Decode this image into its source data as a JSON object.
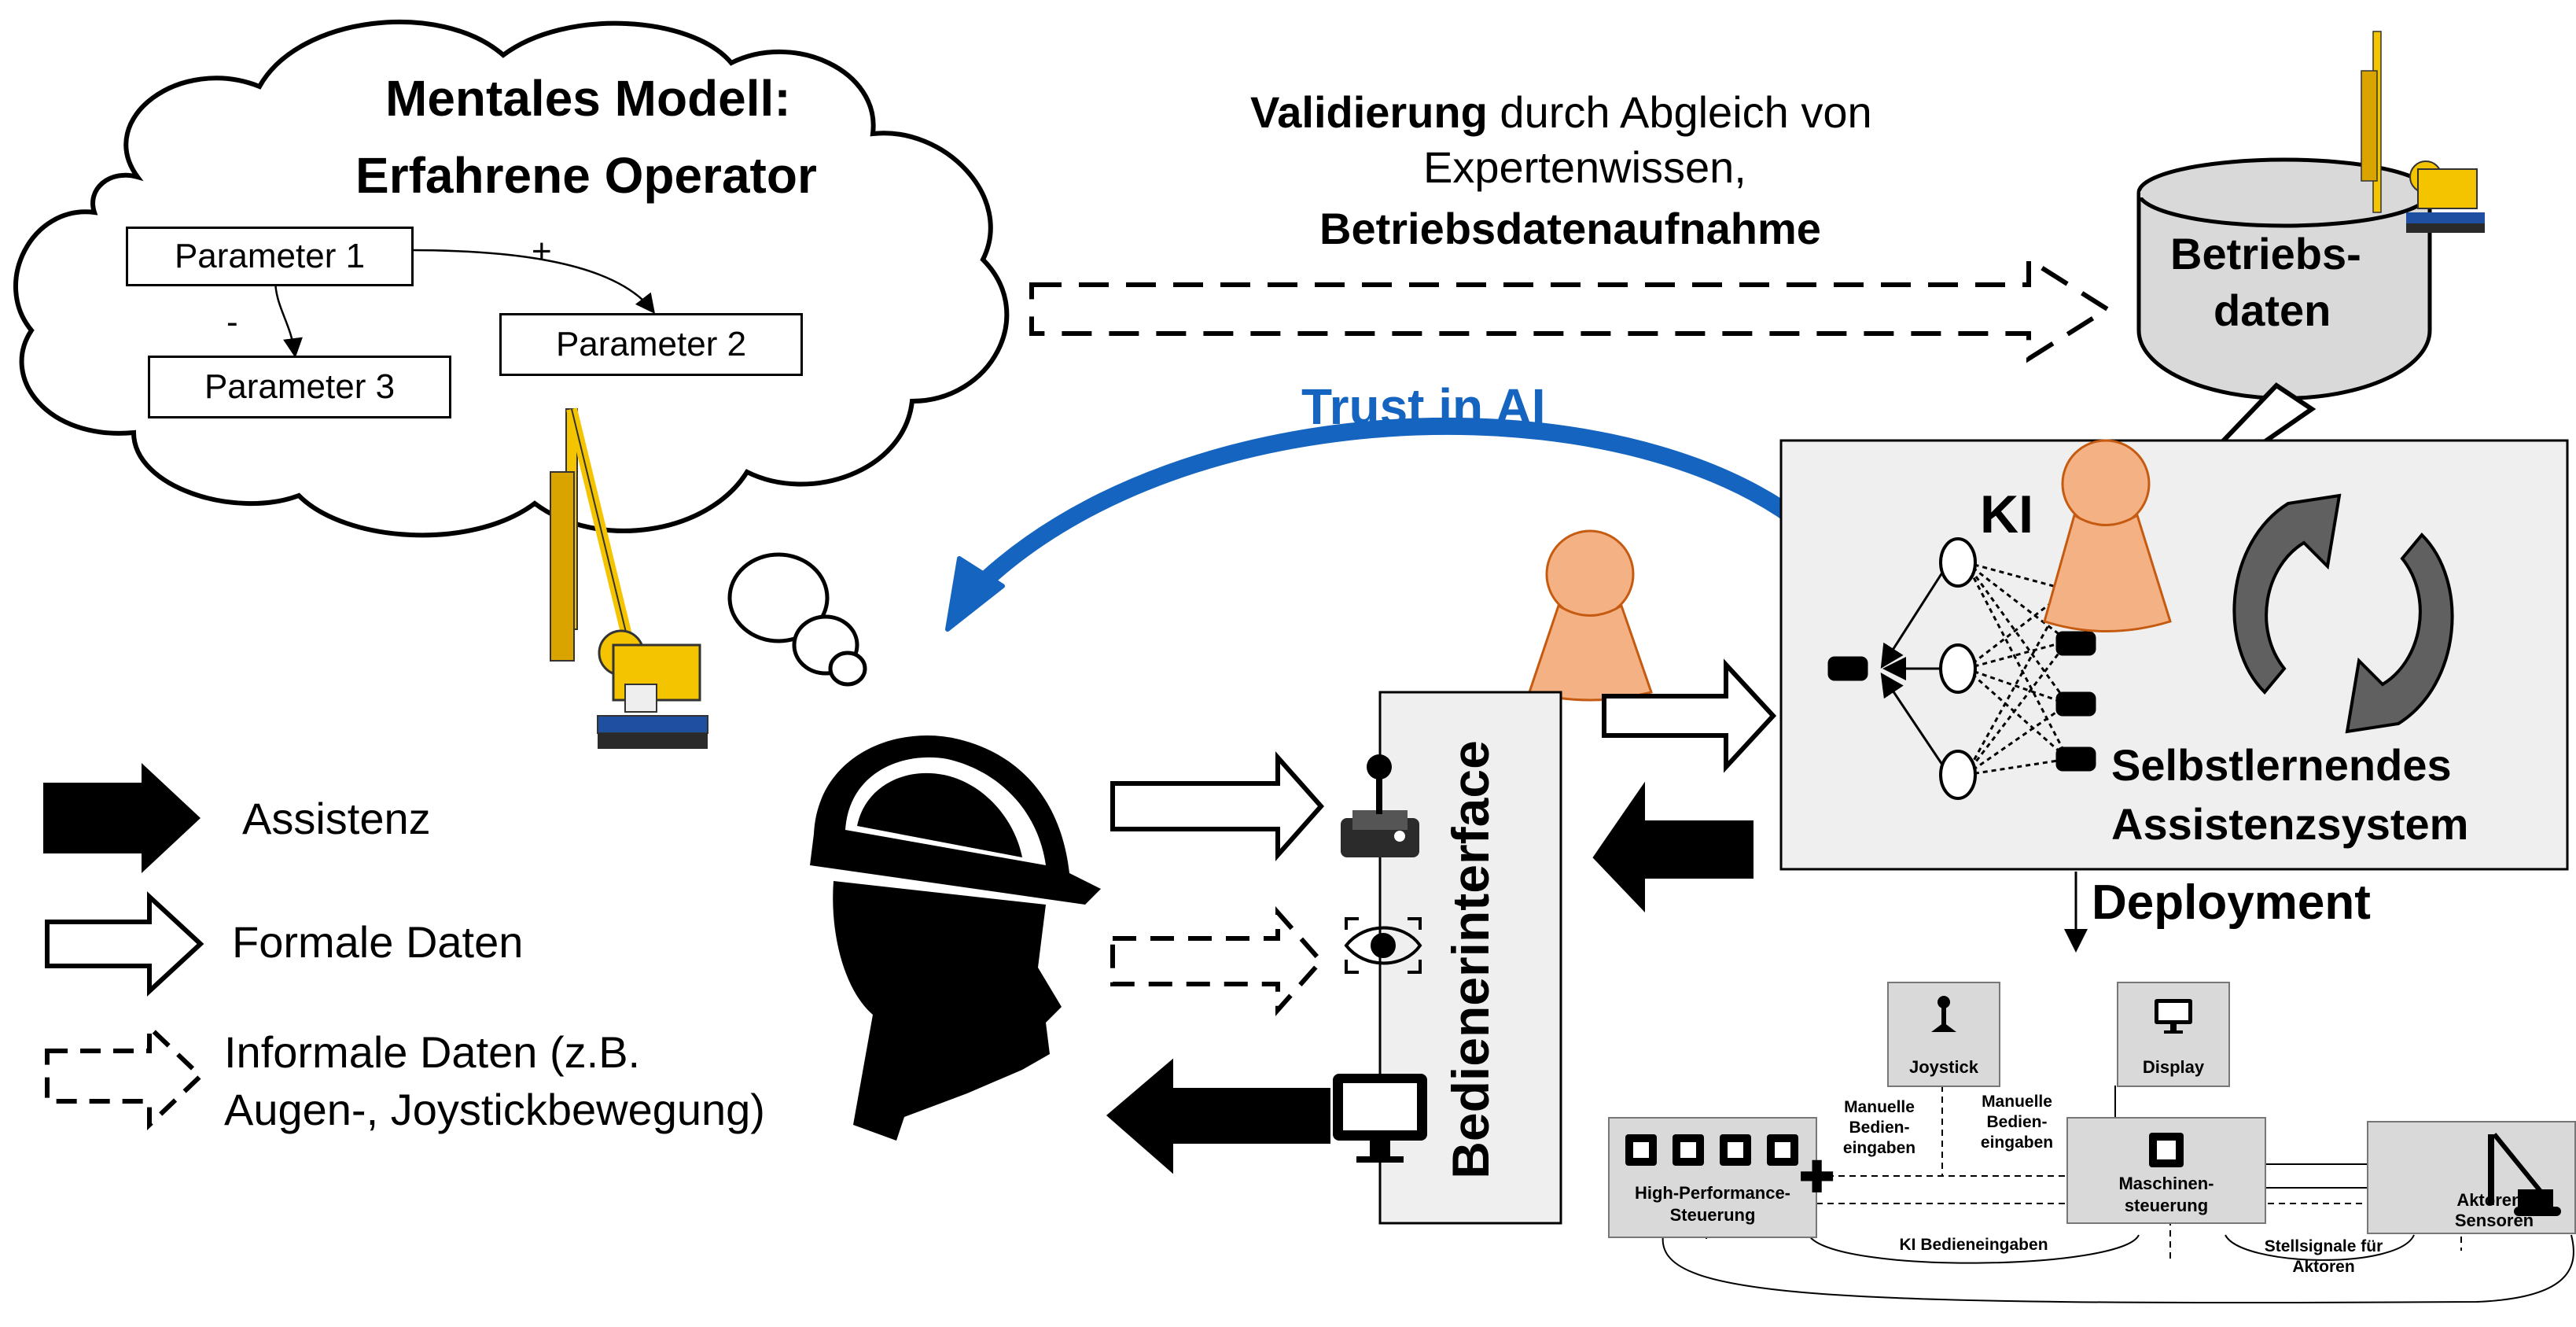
{
  "mental_model": {
    "title_line1": "Mentales Modell:",
    "title_line2": "Erfahrene Operator",
    "param1": "Parameter 1",
    "param2": "Parameter 2",
    "param3": "Parameter 3",
    "sign_plus": "+",
    "sign_minus": "-"
  },
  "validation": {
    "bold1": "Validierung",
    "text1": " durch Abgleich von",
    "text2": "Expertenwissen,",
    "bold2": "Betriebsdatenaufnahme"
  },
  "database": {
    "line1": "Betriebs-",
    "line2": "daten"
  },
  "trust": {
    "label": "Trust in AI",
    "color": "#1565c0"
  },
  "ai_system": {
    "ki": "KI",
    "line1": "Selbstlernendes",
    "line2": "Assistenzsystem"
  },
  "deployment": {
    "label": "Deployment"
  },
  "interface": {
    "label": "Bedienerinterface"
  },
  "legend": {
    "assistenz": "Assistenz",
    "formale": "Formale Daten",
    "informale_line1": "Informale Daten (z.B.",
    "informale_line2": "Augen-, Joystickbewegung)"
  },
  "hardware": {
    "joystick": "Joystick",
    "display": "Display",
    "hp_line1": "High-Performance-",
    "hp_line2": "Steuerung",
    "maschinen_line1": "Maschinen-",
    "maschinen_line2": "steuerung",
    "aktoren_line1": "Aktoren /",
    "aktoren_line2": "Sensoren",
    "manual_left": [
      "Manuelle",
      "Bedien-",
      "eingaben"
    ],
    "manual_right": [
      "Manuelle",
      "Bedien-",
      "eingaben"
    ],
    "ki_inputs": "KI Bedieneingaben",
    "stellsignale_line1": "Stellsignale für",
    "stellsignale_line2": "Aktoren"
  },
  "colors": {
    "person": "#f4b183",
    "person_stroke": "#c55a11",
    "panel": "#efefef",
    "crane_yellow": "#f5c400"
  }
}
